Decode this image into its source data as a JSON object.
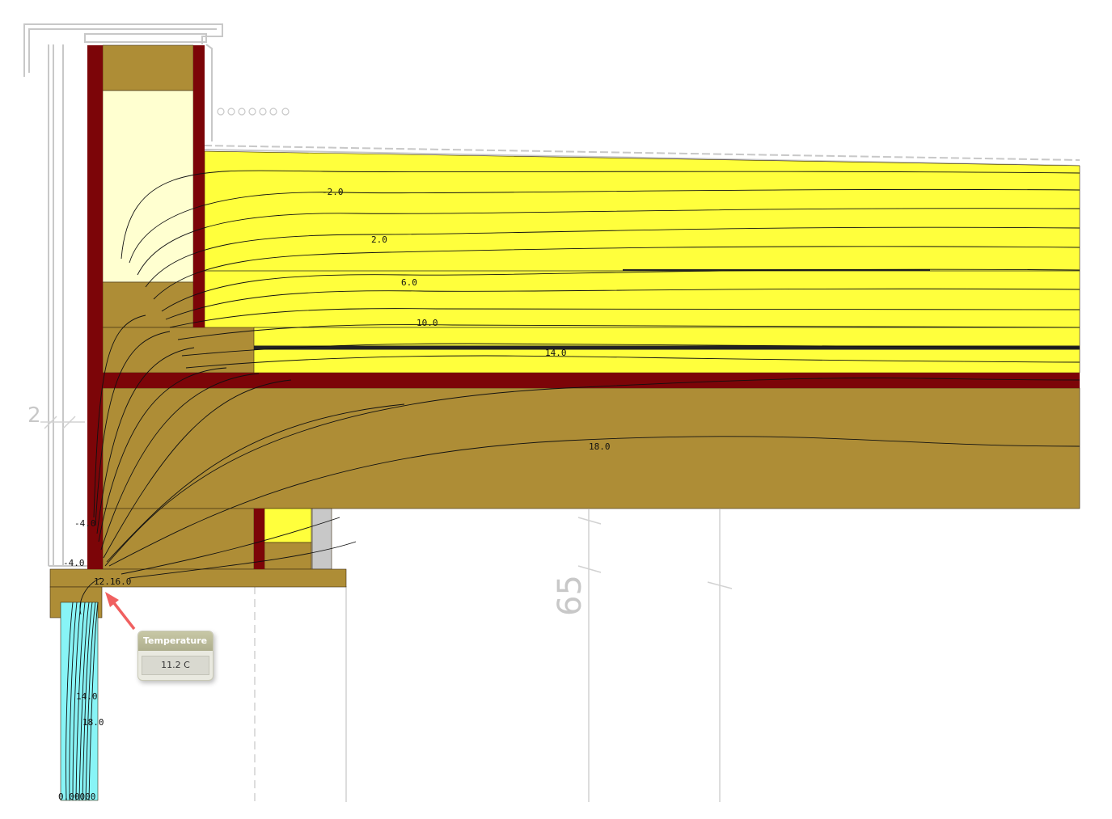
{
  "diagram": {
    "dimension_labels": {
      "left": "2",
      "middle": "65"
    },
    "isotherm_labels": {
      "m2": "-2.0",
      "p2": "2.0",
      "p6": "6.0",
      "p10": "10.0",
      "p14": "14.0",
      "p18": "18.0",
      "m4a": "-4.0",
      "m4b": "-4.0",
      "junction": "12.16.0",
      "glass14": "14.0",
      "glass18": "18.0",
      "bottom": "0.00000"
    },
    "colors": {
      "wood": "#ae8d36",
      "insulation": "#ffff3c",
      "membrane": "#7c0508",
      "light_insulation": "#ffffd0",
      "glass": "#88f4f6",
      "gray_construction": "#c8c8c8"
    }
  },
  "tooltip": {
    "title": "Temperature",
    "value": "11.2 C"
  }
}
